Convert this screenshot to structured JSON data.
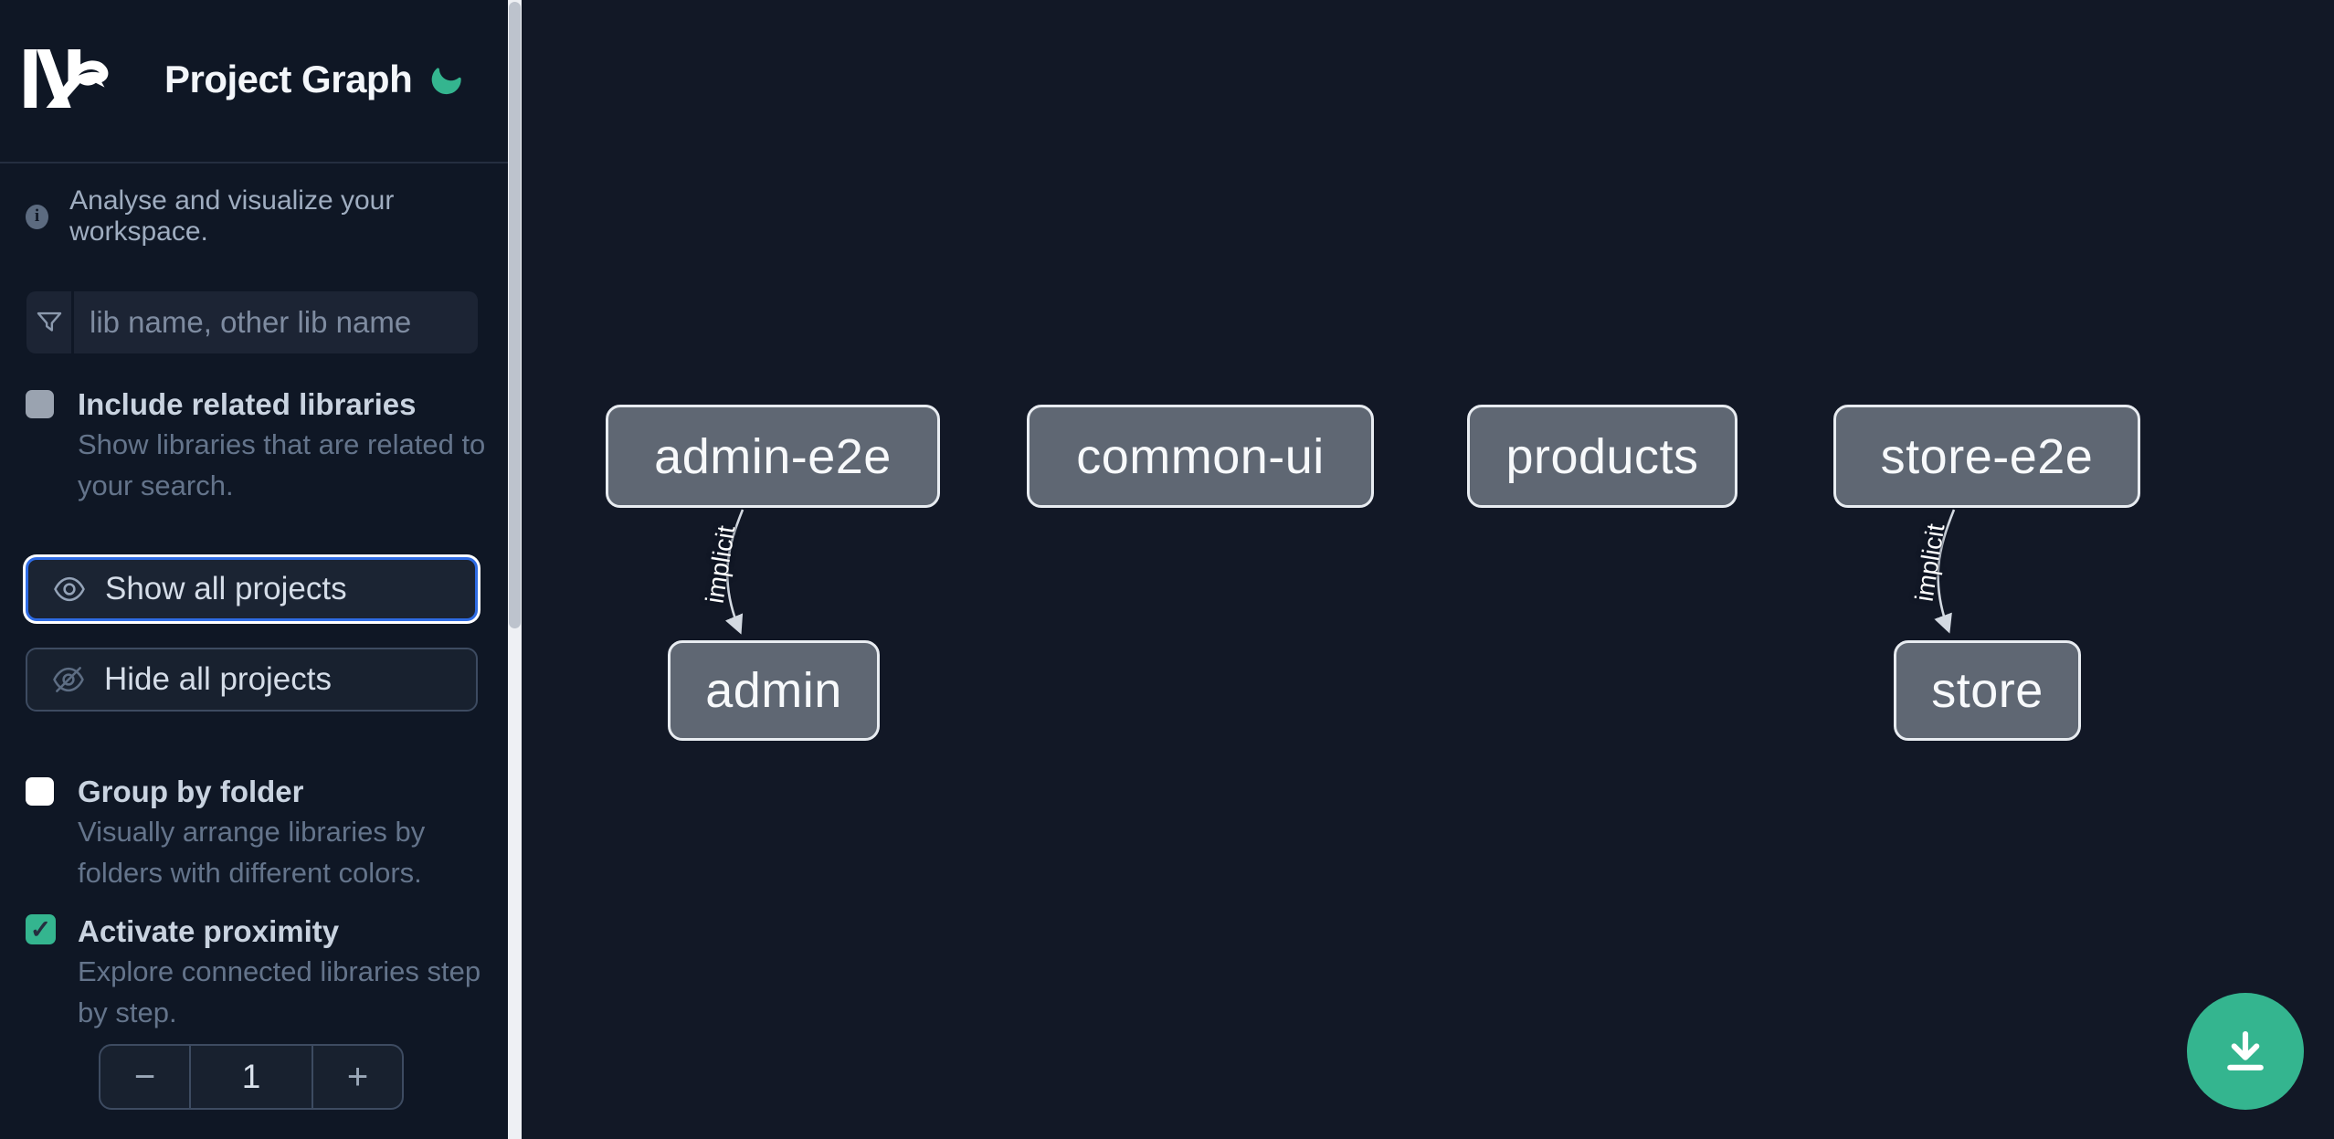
{
  "app": {
    "title": "Project Graph"
  },
  "sidebar": {
    "intro": "Analyse and visualize your workspace.",
    "search_placeholder": "lib name, other lib name",
    "options": {
      "related": {
        "label": "Include related libraries",
        "desc_lines": [
          "Show libraries that are related to",
          "your search."
        ],
        "checked": false
      },
      "folder": {
        "label": "Group by folder",
        "desc_lines": [
          "Visually arrange libraries by",
          "folders with different colors."
        ],
        "checked": false
      },
      "proximity": {
        "label": "Activate proximity",
        "desc_lines": [
          "Explore connected libraries step",
          "by step."
        ],
        "checked": true,
        "check_glyph": "✓"
      }
    },
    "actions": {
      "show_all": "Show all projects",
      "hide_all": "Hide all projects"
    },
    "stepper": {
      "decrement": "−",
      "value": "1",
      "increment": "+"
    }
  },
  "graph": {
    "nodes": [
      {
        "id": "admin-e2e",
        "label": "admin-e2e"
      },
      {
        "id": "common-ui",
        "label": "common-ui"
      },
      {
        "id": "products",
        "label": "products"
      },
      {
        "id": "store-e2e",
        "label": "store-e2e"
      },
      {
        "id": "admin",
        "label": "admin"
      },
      {
        "id": "store",
        "label": "store"
      }
    ],
    "edges": [
      {
        "from": "admin-e2e",
        "to": "admin",
        "label": "implicit"
      },
      {
        "from": "store-e2e",
        "to": "store",
        "label": "implicit"
      }
    ]
  },
  "icons": {
    "logo": "nx-logo",
    "theme": "moon-icon",
    "info": "info-icon",
    "filter": "funnel-icon",
    "show": "eye-icon",
    "hide": "eye-off-icon",
    "fab": "download-icon"
  },
  "colors": {
    "sidebar_bg": "#0f1725",
    "canvas_bg": "#121826",
    "accent_green": "#34b58f",
    "focus_blue": "#2e6be4",
    "node_fill": "#5f6773",
    "node_border": "#e8ecf1",
    "edge": "#d3d9e1",
    "label_text": "#c9d3e0",
    "muted_text": "#64748b"
  }
}
